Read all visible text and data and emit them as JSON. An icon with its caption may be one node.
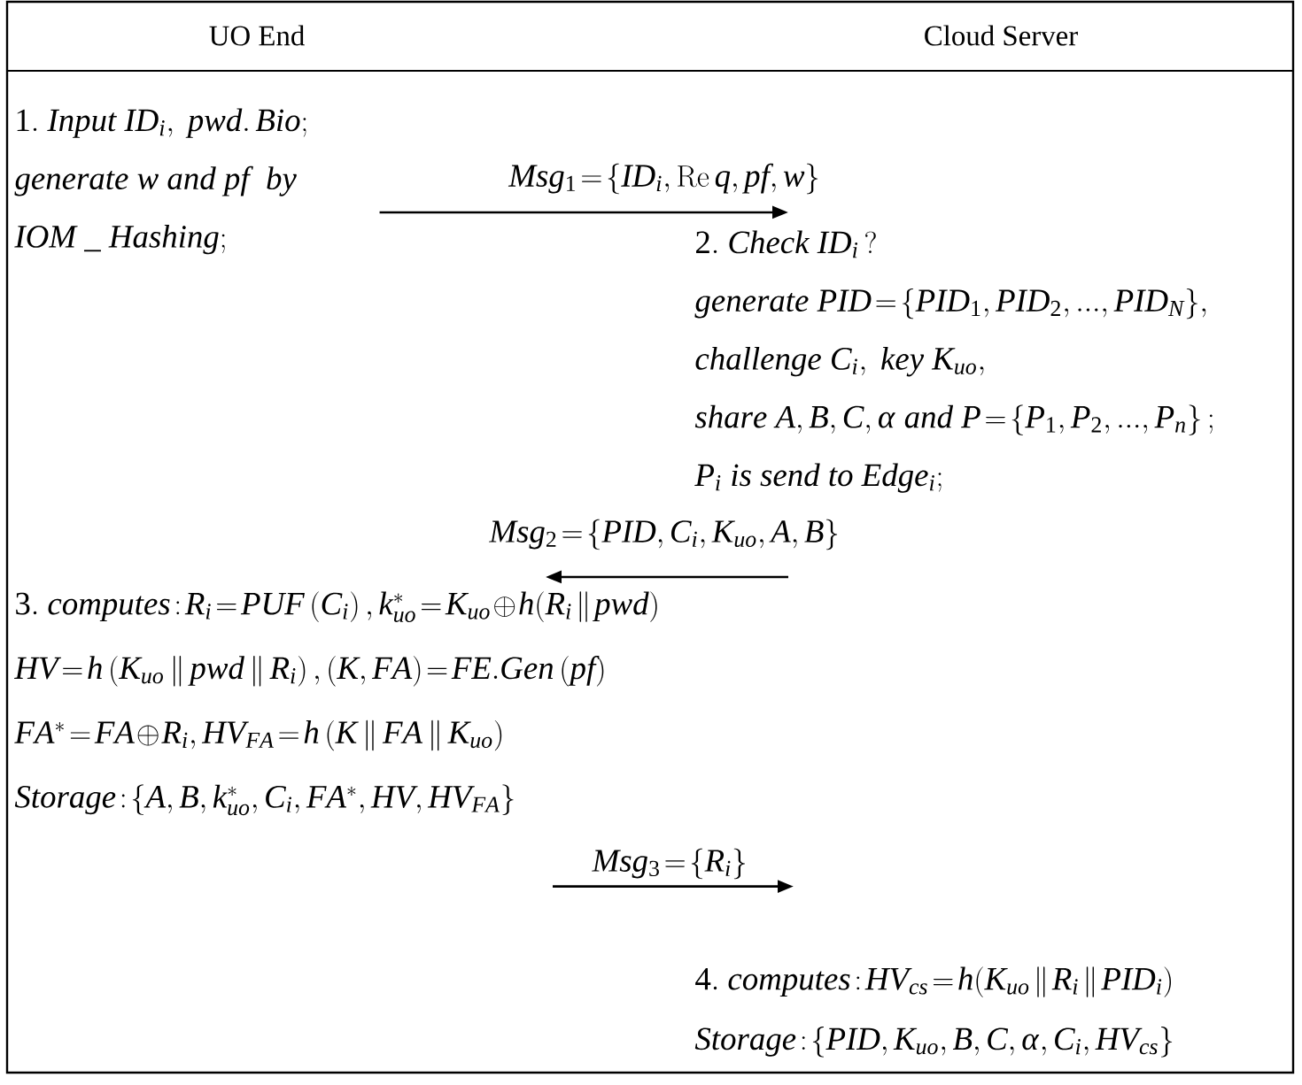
{
  "diagram": {
    "nodes": [
      {
        "text": [
          "UO End"
        ]
      },
      {
        "text": [
          "Cloud Server"
        ]
      },
      {
        "text": [
          "1.\\ Input\\ ID_i,\\ pwd.\\,Bio;",
          "generate\\ w\\ and\\ pf\\ \\ by",
          "IOM\\ \\_\\ Hashing;"
        ]
      },
      {
        "text": [
          "2.\\ Check\\ ID_i\\,?",
          "generate\\ PID=\\{PID_1,PID_2,...,PID_N\\},",
          "challenge\\ C_i,\\ key\\ K_{uo},",
          "share\\ A,B,C,\\alpha\\ and\\ P=\\left\\{P_1,P_2,...,P_n\\right\\};",
          "P_i\\ is\\ send\\ to\\ Edge_i;"
        ]
      },
      {
        "text": [
          "3.\\ computes:R_i=PUF\\left(C_i\\right),k_{uo}^{*}=K_{uo}\\oplus h(R_i\\parallel pwd)",
          "HV=h\\left(K_{uo}\\,\\|\\,pwd\\,\\|\\,R_i\\right),\\left(K,FA\\right)=FE.Gen\\left(pf\\right)",
          "FA^{*}=FA\\oplus R_i,HV_{FA}=h\\left(K\\,\\|\\,FA\\,\\|\\,K_{uo}\\right)",
          "Storage:\\{A,B,k_{uo}^{*},C_i,FA^{*},HV,HV_{FA}\\}"
        ]
      },
      {
        "text": [
          "4.\\ computes:HV_{cs}=h(K_{uo}\\parallel R_i\\parallel PID_i)",
          "Storage:\\left\\{PID,K_{uo},B,C,\\alpha,C_i,HV_{cs}\\right\\}"
        ]
      }
    ],
    "edges": [
      {
        "from": 2,
        "to": 3,
        "arrow": "to",
        "label": "Msg_1=\\{ID_i,\\mathrm{Re}\\,q,pf,w\\}"
      },
      {
        "from": 3,
        "to": 4,
        "arrow": "to",
        "label": "Msg_2=\\{PID,C_i,K_{uo},A,B\\}"
      },
      {
        "from": 4,
        "to": 5,
        "arrow": "to",
        "label": "Msg_3=\\left\\{R_i\\right\\}"
      }
    ]
  }
}
